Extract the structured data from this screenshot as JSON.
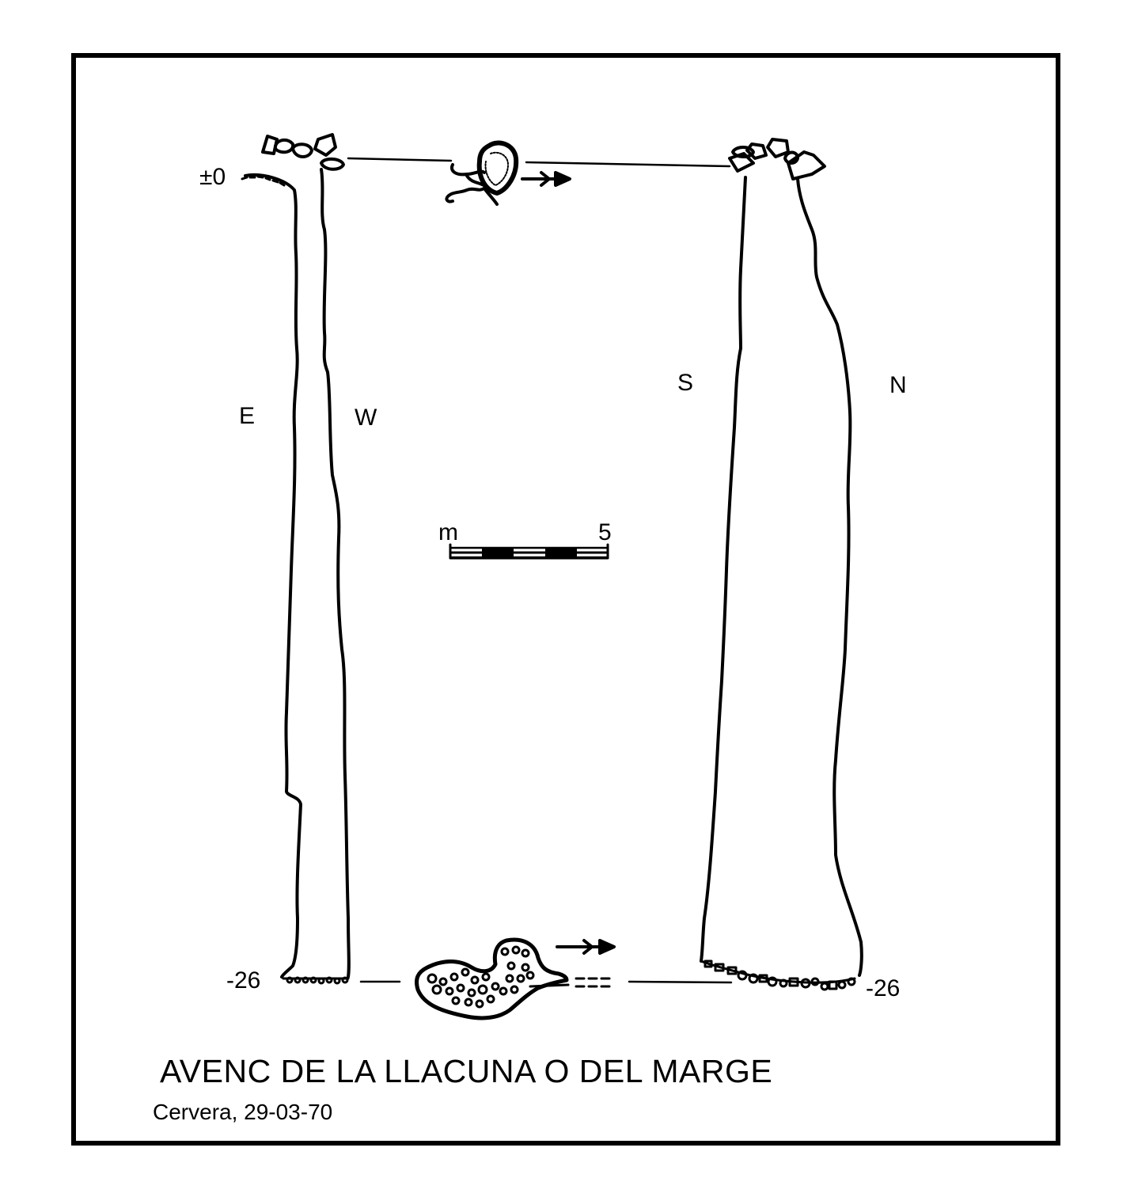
{
  "title": "AVENC DE LA LLACUNA O DEL MARGE",
  "subtitle": "Cervera, 29-03-70",
  "depth_labels": {
    "top": "±0",
    "bottom_left": "-26",
    "bottom_right": "-26"
  },
  "orientation_labels": {
    "east": "E",
    "west": "W",
    "south": "S",
    "north": "N"
  },
  "scale_bar": {
    "unit": "m",
    "length": "5"
  },
  "colors": {
    "ink": "#000000",
    "paper": "#ffffff"
  }
}
